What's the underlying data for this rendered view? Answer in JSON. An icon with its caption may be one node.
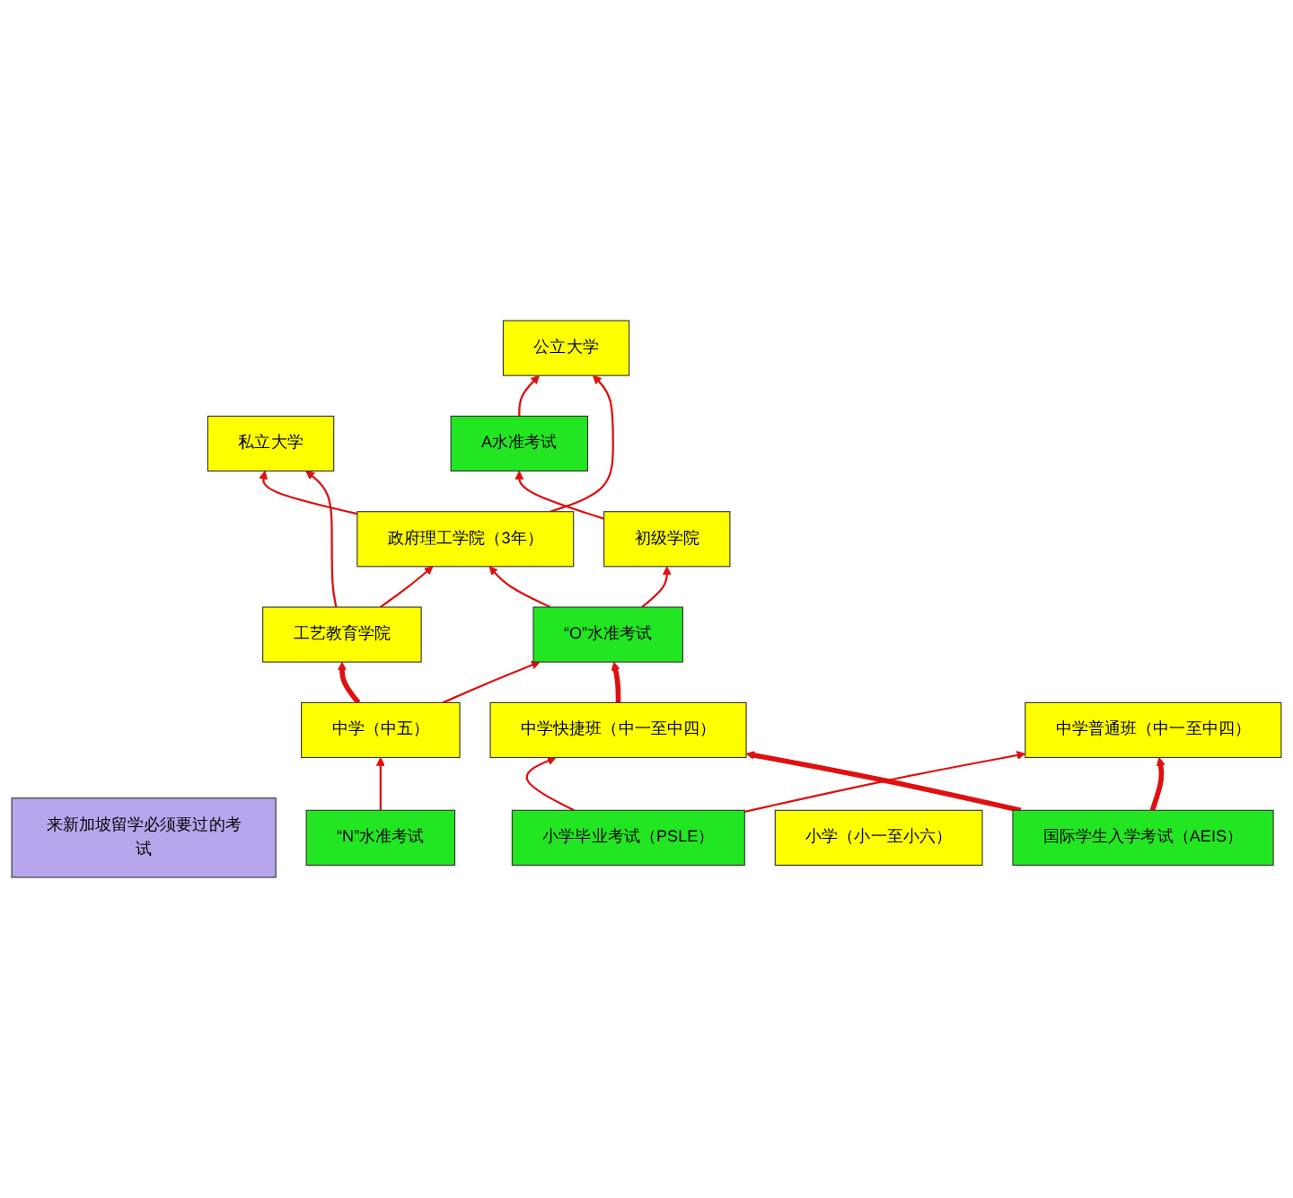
{
  "diagram": {
    "nodes": [
      {
        "text": [
          "来新加坡留学必须要过的考试"
        ]
      },
      {
        "text": [
          "公立大学"
        ]
      },
      {
        "text": [
          "私立大学"
        ]
      },
      {
        "text": [
          "A水准考试"
        ]
      },
      {
        "text": [
          "政府理工学院（3年）"
        ]
      },
      {
        "text": [
          "工艺教育学院"
        ]
      },
      {
        "text": [
          "初级学院"
        ]
      },
      {
        "text": [
          "“O”水准考试"
        ]
      },
      {
        "text": [
          "中学（中五）"
        ]
      },
      {
        "text": [
          "中学快捷班（中一至中四）"
        ]
      },
      {
        "text": [
          "“N”水准考试"
        ]
      },
      {
        "text": [
          "中学普通班（中一至中四）"
        ]
      },
      {
        "text": [
          "小学毕业考试（PSLE）"
        ]
      },
      {
        "text": [
          "小学（小一至小六）"
        ]
      },
      {
        "text": [
          "国际学生入学考试（AEIS）"
        ]
      }
    ],
    "edges": [
      {
        "from": 3,
        "to": 1,
        "arrow": "to"
      },
      {
        "from": 4,
        "to": 1,
        "arrow": "to"
      },
      {
        "from": 4,
        "to": 2,
        "arrow": "to"
      },
      {
        "from": 5,
        "to": 2,
        "arrow": "to"
      },
      {
        "from": 5,
        "to": 4,
        "arrow": "to"
      },
      {
        "from": 6,
        "to": 3,
        "arrow": "to"
      },
      {
        "from": 7,
        "to": 6,
        "arrow": "to"
      },
      {
        "from": 7,
        "to": 4,
        "arrow": "to"
      },
      {
        "from": 8,
        "to": 7,
        "arrow": "to"
      },
      {
        "from": 8,
        "to": 5,
        "arrow": "to",
        "style": "thick"
      },
      {
        "from": 9,
        "to": 7,
        "arrow": "to",
        "style": "thick"
      },
      {
        "from": 10,
        "to": 8,
        "arrow": "to"
      },
      {
        "from": 12,
        "to": 9,
        "arrow": "to"
      },
      {
        "from": 12,
        "to": 11,
        "arrow": "to"
      },
      {
        "from": 14,
        "to": 9,
        "arrow": "to",
        "style": "thick"
      },
      {
        "from": 14,
        "to": 11,
        "arrow": "to",
        "style": "thick"
      }
    ]
  }
}
